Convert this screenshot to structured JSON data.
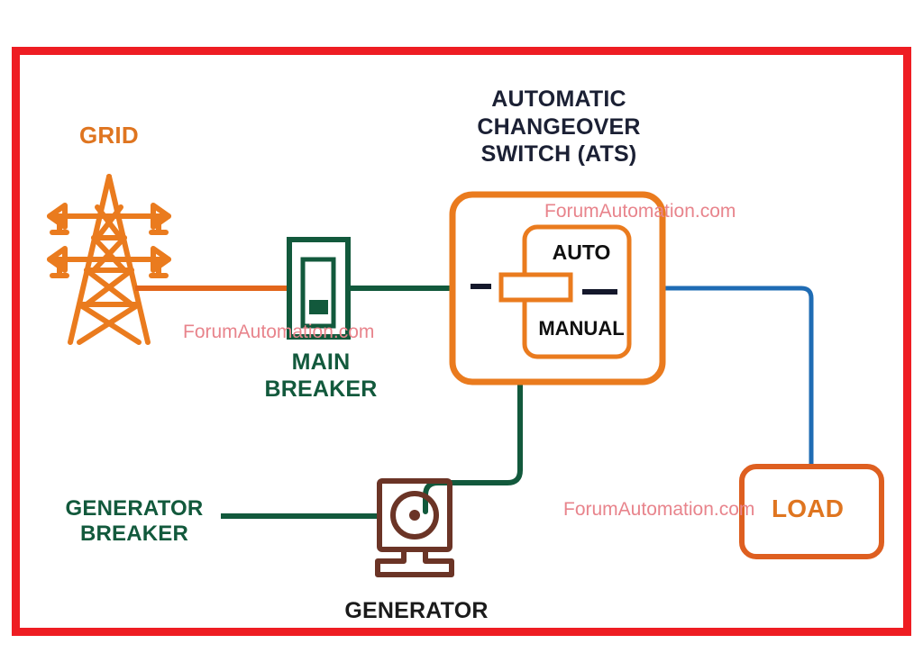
{
  "diagram": {
    "title_block": "AUTOMATIC\nCHANGEOVER\nSWITCH (ATS)",
    "border_color": "#ee1d23",
    "background": "#ffffff"
  },
  "labels": {
    "grid": "GRID",
    "main_breaker": "MAIN\nBREAKER",
    "generator_breaker": "GENERATOR\nBREAKER",
    "generator": "GENERATOR",
    "load": "LOAD"
  },
  "ats_switch": {
    "auto": "AUTO",
    "manual": "MANUAL",
    "selector_position": "between"
  },
  "watermarks": {
    "ats": "ForumAutomation.com",
    "main_breaker": "ForumAutomation.com",
    "load": "ForumAutomation.com"
  },
  "colors": {
    "orange": "#ea7b1e",
    "orange_line": "#e2661b",
    "green": "#12593c",
    "blue": "#1f6cb4",
    "brown": "#6b3426",
    "navy": "#1b2034",
    "red_border": "#ee1d23",
    "watermark": "#e8848c"
  },
  "connections": [
    {
      "from": "grid",
      "to": "main-breaker",
      "color": "#e2661b"
    },
    {
      "from": "main-breaker",
      "to": "ats",
      "color": "#12593c"
    },
    {
      "from": "ats",
      "to": "generator",
      "color": "#12593c"
    },
    {
      "from": "generator-breaker",
      "to": "generator",
      "color": "#12593c"
    },
    {
      "from": "ats",
      "to": "load",
      "color": "#1f6cb4"
    }
  ]
}
